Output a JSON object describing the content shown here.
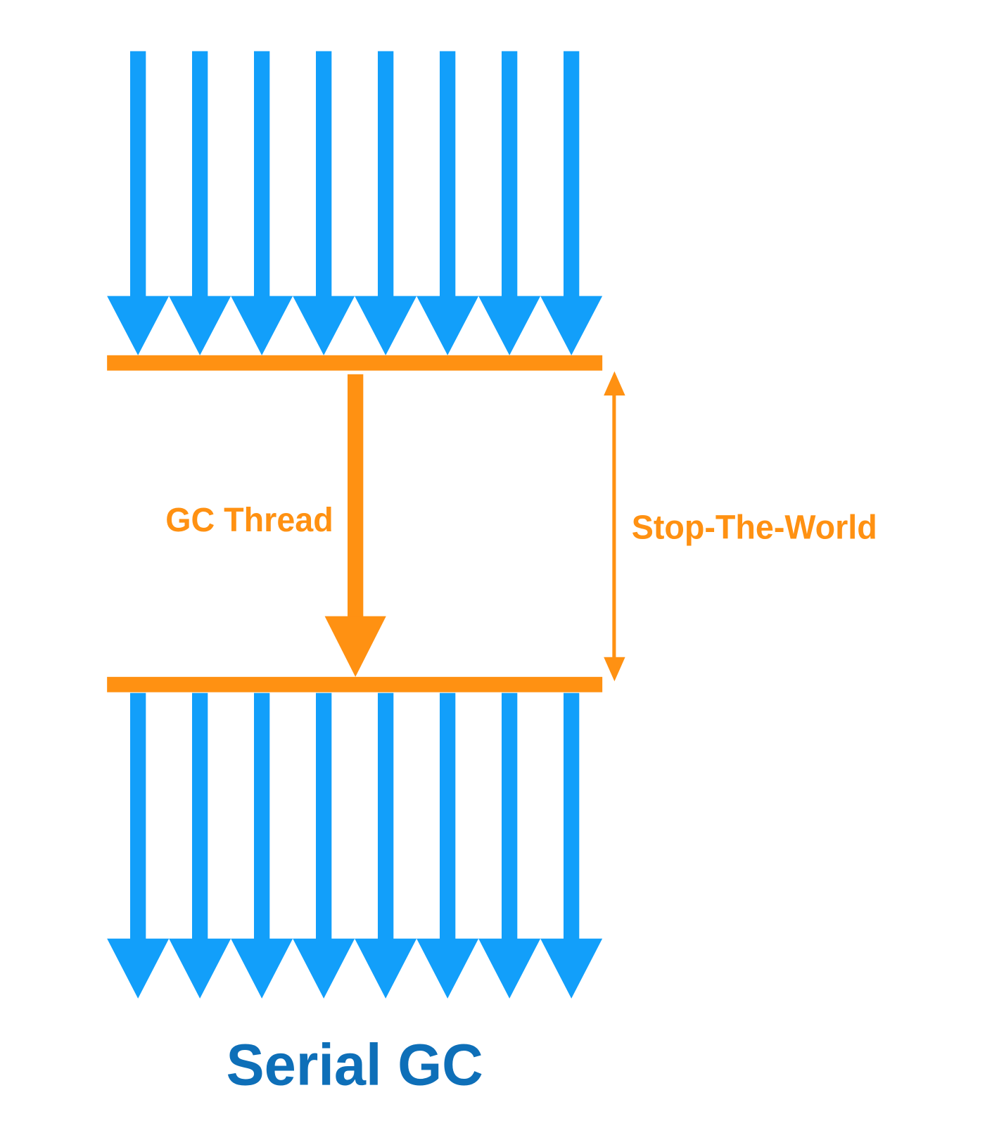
{
  "title": "Serial GC",
  "labels": {
    "gc_thread": "GC Thread",
    "stop_the_world": "Stop-The-World"
  },
  "application_threads": {
    "count": 8,
    "before_pause": 8,
    "after_pause": 8
  },
  "gc_threads": 1,
  "colors": {
    "app_thread": "#129FFA",
    "gc": "#FF9112",
    "title": "#0E6FB8"
  }
}
